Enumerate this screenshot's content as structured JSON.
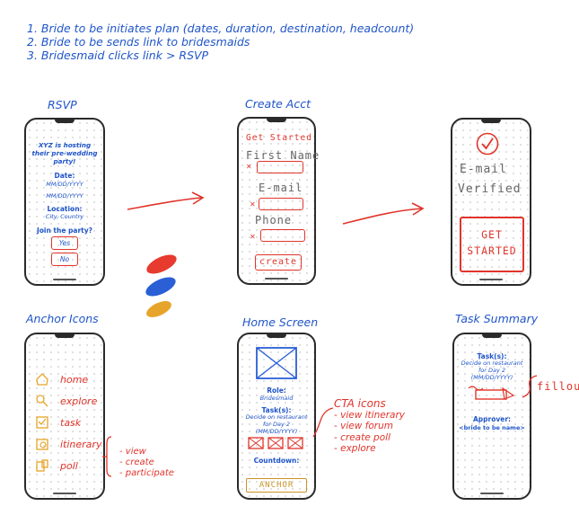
{
  "intro": [
    "1. Bride to be initiates plan (dates, duration, destination, headcount)",
    "2. Bride to be sends link to bridesmaids",
    "3. Bridesmaid clicks link > RSVP"
  ],
  "sections": {
    "rsvp": "RSVP",
    "create_acct": "Create Acct",
    "anchor_icons": "Anchor Icons",
    "home_screen": "Home Screen",
    "task_summary": "Task Summary"
  },
  "rsvp_phone": {
    "host": "XYZ is hosting their pre-wedding party!",
    "date_label": "Date:",
    "date1": "MM/DD/YYYY",
    "date2": "MM/DD/YYYY",
    "location_label": "Location:",
    "location": "City, Country",
    "join": "Join the party?",
    "yes": "Yes",
    "no": "No"
  },
  "create_phone": {
    "get_started": "Get Started",
    "first_name": "First Name",
    "email": "E-mail",
    "phone": "Phone",
    "create": "create"
  },
  "verified_phone": {
    "email": "E-mail",
    "verified": "Verified",
    "get_started_1": "GET",
    "get_started_2": "STARTED"
  },
  "anchor_icons": [
    {
      "label": "home",
      "icon": "house-icon"
    },
    {
      "label": "explore",
      "icon": "magnifier-icon"
    },
    {
      "label": "task",
      "icon": "checklist-icon"
    },
    {
      "label": "itinerary",
      "icon": "calendar-icon"
    },
    {
      "label": "poll",
      "icon": "ballot-icon"
    }
  ],
  "poll_notes": [
    "- view",
    "- create",
    "- participate"
  ],
  "home_phone": {
    "role_label": "Role:",
    "role": "Bridesmaid",
    "task_label": "Task(s):",
    "task": "Decide on restaurant for Day 2",
    "task_date": "(MM/DD/YYYY)",
    "countdown": "Countdown:",
    "anchor": "ANCHOR"
  },
  "cta": {
    "title": "CTA icons",
    "items": [
      "- view itinerary",
      "- view forum",
      "- create poll",
      "- explore"
    ]
  },
  "task_phone": {
    "task_label": "Task(s):",
    "task": "Decide on restaurant for Day 2",
    "task_date": "(MM/DD/YYYY)",
    "approver_label": "Approver:",
    "approver": "<bride to be name>",
    "fill_out": "fillout"
  },
  "colors": {
    "blue": "#1f55c9",
    "red": "#e0352b",
    "swatch_red": "#e63b2e",
    "swatch_blue": "#2a5fd6",
    "swatch_yellow": "#e6a52a",
    "anchor_gold": "#c8932a"
  }
}
